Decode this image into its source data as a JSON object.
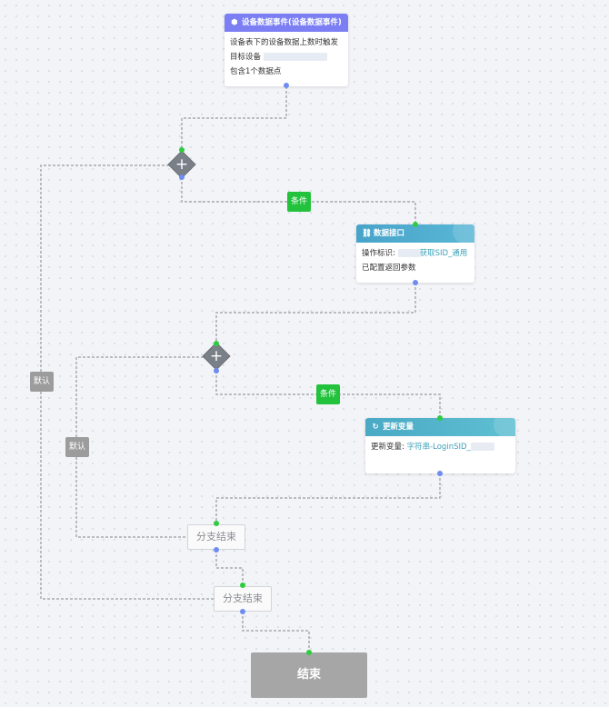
{
  "nodes": {
    "event": {
      "title": "设备数据事件(设备数据事件)",
      "line1": "设备表下的设备数据上数时触发",
      "line2_label": "目标设备",
      "line3": "包含1个数据点"
    },
    "api": {
      "title": "数据接口",
      "op_label": "操作标识:",
      "op_value": "获取SID_通用",
      "line2": "已配置返回参数"
    },
    "update": {
      "title": "更新变量",
      "label": "更新变量:",
      "value": "字符串-LoginSID_"
    }
  },
  "labels": {
    "condition1": "条件",
    "condition2": "条件",
    "default1": "默认",
    "default2": "默认"
  },
  "merges": {
    "m1": "分支结束",
    "m2": "分支结束"
  },
  "end": "结束",
  "colors": {
    "event_header": "#7b7ff3",
    "api_header": "#47a3c9",
    "update_header": "#4aa9c4",
    "condition": "#22c23c",
    "default": "#9c9c9c",
    "gateway": "#7a8088",
    "end": "#a6a6a6",
    "port_in": "#2ecc40",
    "port_out": "#6e8cf0"
  }
}
